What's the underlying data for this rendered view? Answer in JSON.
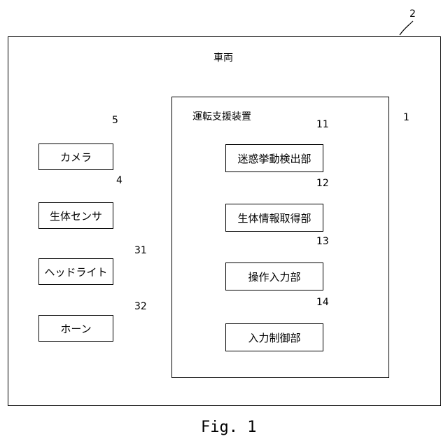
{
  "vehicle": {
    "label": "車両",
    "ref": "2"
  },
  "device": {
    "label": "運転支援装置",
    "ref": "1"
  },
  "external": [
    {
      "label": "カメラ",
      "ref": "5"
    },
    {
      "label": "生体センサ",
      "ref": "4"
    },
    {
      "label": "ヘッドライト",
      "ref": "31"
    },
    {
      "label": "ホーン",
      "ref": "32"
    }
  ],
  "internal": [
    {
      "label": "迷惑挙動検出部",
      "ref": "11"
    },
    {
      "label": "生体情報取得部",
      "ref": "12"
    },
    {
      "label": "操作入力部",
      "ref": "13"
    },
    {
      "label": "入力制御部",
      "ref": "14"
    }
  ],
  "caption": "Fig. 1"
}
